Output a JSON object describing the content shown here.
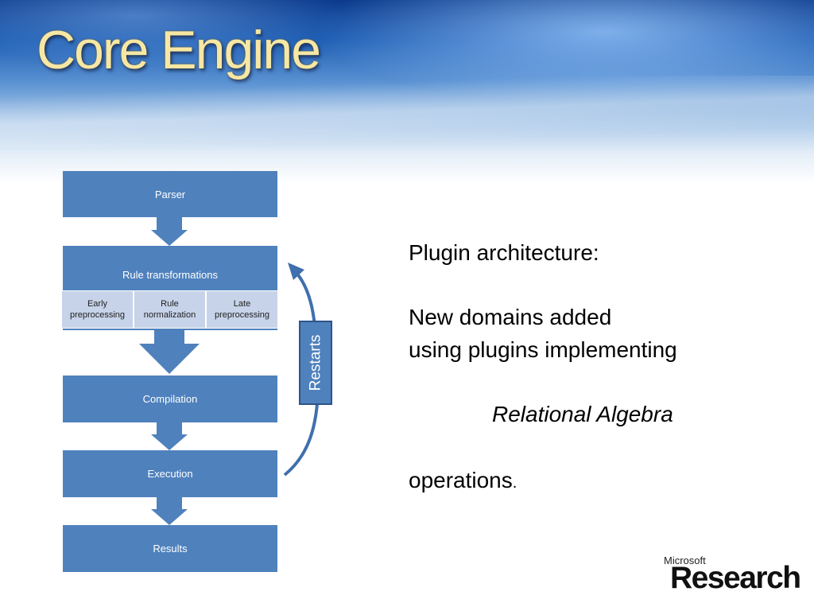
{
  "slide": {
    "title": "Core Engine"
  },
  "diagram": {
    "parser": "Parser",
    "rule_transformations": "Rule transformations",
    "early_preprocessing": "Early\npreprocessing",
    "rule_normalization": "Rule\nnormalization",
    "late_preprocessing": "Late\npreprocessing",
    "compilation": "Compilation",
    "execution": "Execution",
    "results": "Results",
    "restarts": "Restarts",
    "box_color": "#4f81bd",
    "sub_box_color": "#c7d3e9"
  },
  "body": {
    "line1": "Plugin architecture:",
    "line2": "New domains added",
    "line3": "using plugins implementing",
    "line4": "Relational Algebra",
    "line5": "operations",
    "line5_suffix": "."
  },
  "logo": {
    "small": "Microsoft",
    "big": "Research"
  }
}
